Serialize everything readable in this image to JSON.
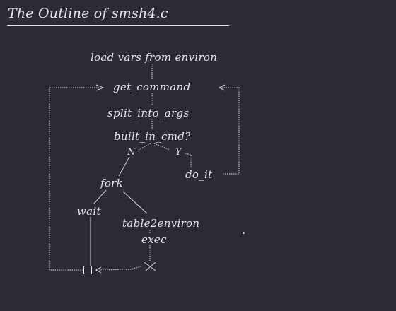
{
  "title": "The Outline of smsh4.c",
  "nodes": {
    "load_vars": "load vars from environ",
    "get_command": "get_command",
    "split_into_args": "split_into_args",
    "built_in_cmd": "built_in_cmd?",
    "fork": "fork",
    "do_it": "do_it",
    "wait": "wait",
    "table2environ": "table2environ",
    "exec": "exec"
  },
  "edge_labels": {
    "no": "N",
    "yes": "Y"
  },
  "colors": {
    "background": "#2b2b36",
    "ink": "#e6e6ea"
  }
}
